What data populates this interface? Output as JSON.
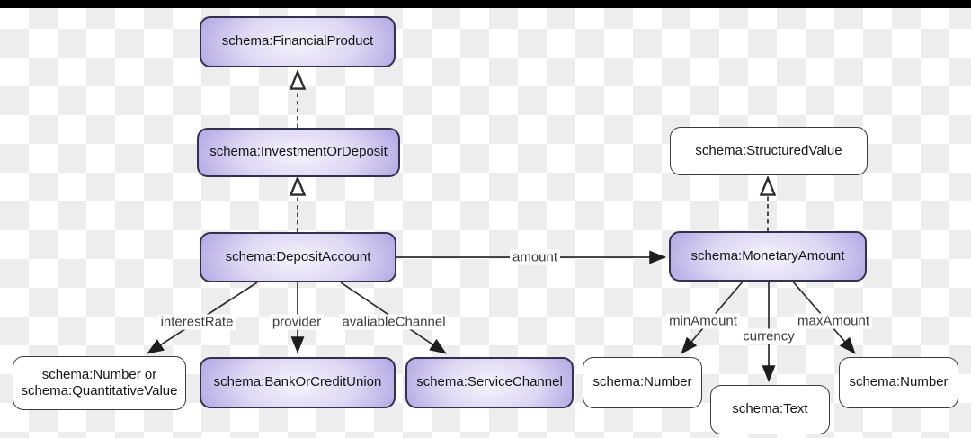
{
  "colors": {
    "top_bar": "#000000",
    "checker_light": "#ffffff",
    "checker_dark": "#ededed",
    "class_node_fill_edge": "#a89ddf",
    "class_node_fill_center": "#f5f3fd",
    "class_node_border": "#32324e",
    "datatype_node_fill": "#ffffff",
    "datatype_node_border": "#3a3a3a",
    "edge_line": "#2d2d2d"
  },
  "nodes": {
    "financial_product": {
      "label": "schema:FinancialProduct",
      "type": "class"
    },
    "investment_or_deposit": {
      "label": "schema:InvestmentOrDeposit",
      "type": "class"
    },
    "deposit_account": {
      "label": "schema:DepositAccount",
      "type": "class"
    },
    "structured_value": {
      "label": "schema:StructuredValue",
      "type": "datatype"
    },
    "monetary_amount": {
      "label": "schema:MonetaryAmount",
      "type": "class"
    },
    "number_or_quantitative_value": {
      "label": "schema:Number or schema:QuantitativeValue",
      "type": "datatype"
    },
    "bank_or_credit_union": {
      "label": "schema:BankOrCreditUnion",
      "type": "class"
    },
    "service_channel": {
      "label": "schema:ServiceChannel",
      "type": "class"
    },
    "number_min": {
      "label": "schema:Number",
      "type": "datatype"
    },
    "text_currency": {
      "label": "schema:Text",
      "type": "datatype"
    },
    "number_max": {
      "label": "schema:Number",
      "type": "datatype"
    }
  },
  "edges": {
    "inherit_investment_financial": {
      "label": "",
      "from": "schema:InvestmentOrDeposit",
      "to": "schema:FinancialProduct",
      "style": "dashed-hollow"
    },
    "inherit_deposit_investment": {
      "label": "",
      "from": "schema:DepositAccount",
      "to": "schema:InvestmentOrDeposit",
      "style": "dashed-hollow"
    },
    "inherit_monetary_structured": {
      "label": "",
      "from": "schema:MonetaryAmount",
      "to": "schema:StructuredValue",
      "style": "dashed-hollow"
    },
    "amount": {
      "label": "amount",
      "from": "schema:DepositAccount",
      "to": "schema:MonetaryAmount",
      "style": "solid-filled"
    },
    "interest_rate": {
      "label": "interestRate",
      "from": "schema:DepositAccount",
      "to": "schema:Number or schema:QuantitativeValue",
      "style": "solid-filled"
    },
    "provider": {
      "label": "provider",
      "from": "schema:DepositAccount",
      "to": "schema:BankOrCreditUnion",
      "style": "solid-filled"
    },
    "avaliable_channel": {
      "label": "avaliableChannel",
      "from": "schema:DepositAccount",
      "to": "schema:ServiceChannel",
      "style": "solid-filled"
    },
    "min_amount": {
      "label": "minAmount",
      "from": "schema:MonetaryAmount",
      "to": "schema:Number",
      "style": "solid-filled"
    },
    "currency": {
      "label": "currency",
      "from": "schema:MonetaryAmount",
      "to": "schema:Text",
      "style": "solid-filled"
    },
    "max_amount": {
      "label": "maxAmount",
      "from": "schema:MonetaryAmount",
      "to": "schema:Number",
      "style": "solid-filled"
    }
  }
}
